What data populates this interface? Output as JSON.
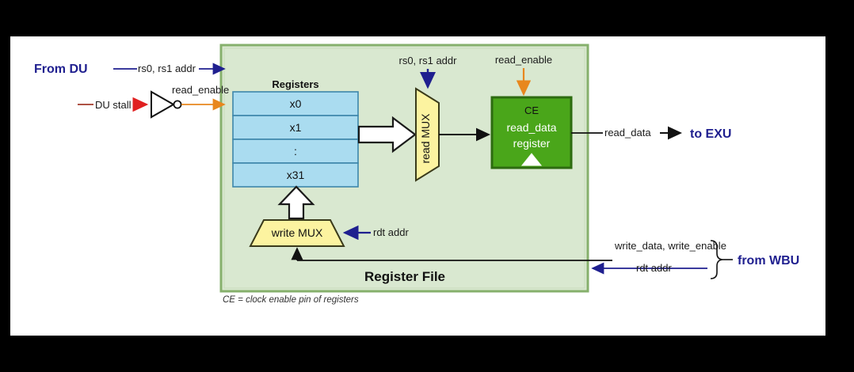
{
  "figure": {
    "title": "Register File",
    "caption": "CE = clock enable pin of registers"
  },
  "colors": {
    "backdrop": "#000000",
    "canvas": "#ffffff",
    "panel_fill": "#d9e8d0",
    "panel_border": "#86b06c",
    "register_cell_fill": "#aadcf0",
    "register_cell_border": "#3d86ab",
    "mux_fill": "#fcf3a0",
    "mux_border": "#3a3a1a",
    "register_box_fill": "#4aa61a",
    "register_box_border": "#2d6b10",
    "navy": "#1f1f8f",
    "orange": "#e8871e",
    "dark_red": "#a33a2a",
    "red_arrow": "#e02020",
    "wire": "#222222"
  },
  "external": {
    "from_du_label": "From DU",
    "from_du_signal": "rs0, rs1 addr",
    "du_stall_label": "DU stall",
    "read_enable_inverted": "read_enable",
    "to_exu_label": "to EXU",
    "read_data_out": "read_data",
    "from_wbu_label": "from WBU",
    "wbu_signals": [
      "write_data, write_enable",
      "rdt addr"
    ]
  },
  "panel": {
    "registers": {
      "heading": "Registers",
      "cells": [
        "x0",
        "x1",
        ":",
        "x31"
      ]
    },
    "read_mux": {
      "label": "read MUX",
      "select_signal": "rs0, rs1 addr"
    },
    "read_data_register": {
      "ce_label": "CE",
      "line1": "read_data",
      "line2": "register",
      "enable_signal": "read_enable"
    },
    "write_mux": {
      "label": "write  MUX",
      "select_signal": "rdt addr"
    }
  }
}
